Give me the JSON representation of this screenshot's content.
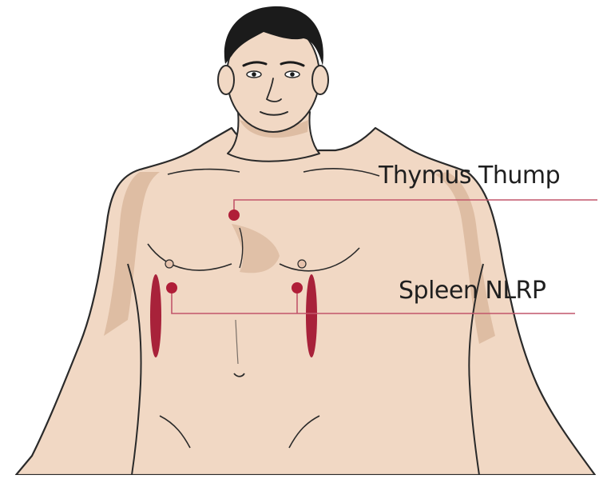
{
  "labels": {
    "thymus": "Thymus Thump",
    "spleen": "Spleen NLRP"
  },
  "colors": {
    "background": "#ffffff",
    "skin": "#f1d8c4",
    "skin_shadow": "#d9b69b",
    "hair": "#1b1b1b",
    "outline": "#2a2a2a",
    "marker": "#b01e38",
    "callout_line": "#c2566b",
    "spleen_shape": "#a8223a"
  },
  "markers": [
    {
      "name": "thymus-point",
      "label_ref": "thymus"
    },
    {
      "name": "spleen-point-right",
      "label_ref": "spleen"
    },
    {
      "name": "spleen-point-left",
      "label_ref": "spleen"
    }
  ]
}
